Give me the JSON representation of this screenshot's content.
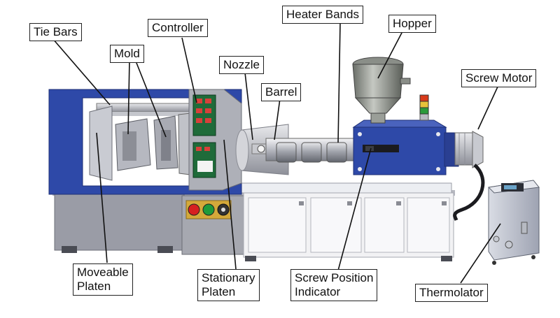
{
  "labels": {
    "tie_bars": "Tie Bars",
    "mold": "Mold",
    "controller": "Controller",
    "nozzle": "Nozzle",
    "barrel": "Barrel",
    "heater_bands": "Heater Bands",
    "hopper": "Hopper",
    "screw_motor": "Screw Motor",
    "moveable_platen": [
      "Moveable",
      "Platen"
    ],
    "stationary_platen": [
      "Stationary",
      "Platen"
    ],
    "screw_position_indicator": [
      "Screw Position",
      "Indicator"
    ],
    "thermolator": "Thermolator"
  },
  "colors": {
    "machine_blue": "#2e49a8",
    "frame_gray": "#9a9ca6",
    "cabinet_white": "#f2f2f4",
    "panel_green": "#1f6b3a",
    "button_red": "#d62020",
    "button_green": "#1f9a3a",
    "tower_red": "#d83a1a",
    "tower_green": "#2a9a3a"
  }
}
